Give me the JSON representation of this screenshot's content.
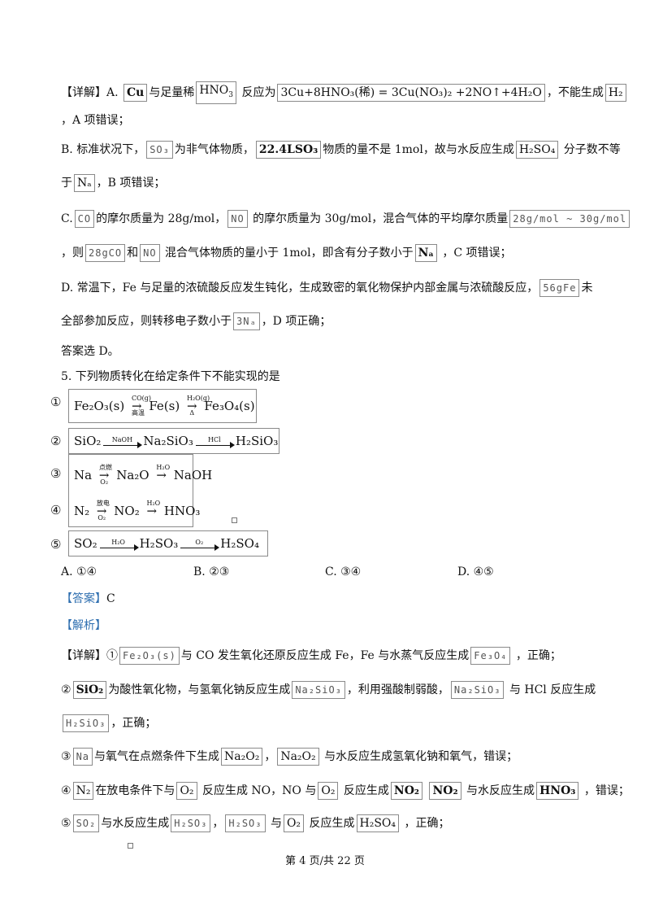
{
  "detail": {
    "label": "【详解】",
    "a_prefix": "A.",
    "a_cu": "Cu",
    "a_text1": "与足量稀",
    "a_hno3": "HNO",
    "a_text2": "反应为",
    "a_eq": "3Cu+8HNO₃(稀) = 3Cu(NO₃)₂ +2NO↑+4H₂O",
    "a_text3": "，不能生成",
    "a_h2": "H₂",
    "a_text4": "，A 项错误；",
    "b_text1": "B. 标准状况下，",
    "b_so3": "SO₃",
    "b_text2": "为非气体物质，",
    "b_vol": "22.4LSO₃",
    "b_text3": "物质的量不是 1mol，故与水反应生成",
    "b_h2so4": "H₂SO₄",
    "b_text4": "分子数不等",
    "b_text5": "于",
    "b_na": "Nₐ",
    "b_text6": "，B 项错误；",
    "c_text1": "C.",
    "c_co": "CO",
    "c_text2": "的摩尔质量为 28g/mol，",
    "c_no": "NO",
    "c_text3": "的摩尔质量为 30g/mol，混合气体的平均摩尔质量",
    "c_range": "28g/mol ~ 30g/mol",
    "c_text4": "，则",
    "c_28gco": "28gCO",
    "c_text5": "和",
    "c_no2": "NO",
    "c_text6": "混合气体物质的量小于 1mol，即含有分子数小于",
    "c_na": "Nₐ",
    "c_text7": "，C 项错误；",
    "d_text1": "D. 常温下，Fe 与足量的浓硫酸反应发生钝化，生成致密的氧化物保护内部金属与浓硫酸反应，",
    "d_56gfe": "56gFe",
    "d_text2": "未",
    "d_text3": "全部参加反应，则转移电子数小于",
    "d_3na": "3Nₐ",
    "d_text4": "，D 项正确；",
    "answer_line": "答案选 D。"
  },
  "question5": {
    "stem": "5. 下列物质转化在给定条件下不能实现的是",
    "f1": {
      "num": "①",
      "a": "Fe₂O₃(s)",
      "c1_top": "CO(g)",
      "c1_bot": "高温",
      "b": "Fe(s)",
      "c2_top": "H₂O(g)",
      "c2_bot": "Δ",
      "c": "Fe₃O₄(s)"
    },
    "f2": {
      "num": "②",
      "a": "SiO₂",
      "c1": "NaOH",
      "b": "Na₂SiO₃",
      "c2": "HCl",
      "c": "H₂SiO₃"
    },
    "f3": {
      "num": "③",
      "a": "Na",
      "c1_top": "点燃",
      "c1_bot": "O₂",
      "b": "Na₂O",
      "c2_top": "H₂O",
      "c": "NaOH"
    },
    "f4": {
      "num": "④",
      "a": "N₂",
      "c1_top": "放电",
      "c1_bot": "O₂",
      "b": "NO₂",
      "c2_top": "H₂O",
      "c": "HNO₃"
    },
    "f5": {
      "num": "⑤",
      "a": "SO₂",
      "c1": "H₂O",
      "b": "H₂SO₃",
      "c2": "O₂",
      "c": "H₂SO₄"
    },
    "options": [
      "A. ①④",
      "B. ②③",
      "C. ③④",
      "D. ④⑤"
    ],
    "answer_label": "【答案】",
    "answer_value": "C",
    "analysis_label": "【解析】"
  },
  "detail2": {
    "label": "【详解】",
    "l1_num": "①",
    "l1_box1": "Fe₂O₃(s)",
    "l1_text1": "与 CO 发生氧化还原反应生成 Fe，Fe 与水蒸气反应生成",
    "l1_box2": "Fe₃O₄",
    "l1_text2": "，正确；",
    "l2_num": "②",
    "l2_box1": "SiO₂",
    "l2_text1": "为酸性氧化物，与氢氧化钠反应生成",
    "l2_box2": "Na₂SiO₃",
    "l2_text2": "，利用强酸制弱酸，",
    "l2_box3": "Na₂SiO₃",
    "l2_text3": "与 HCl 反应生成",
    "l2_box4": "H₂SiO₃",
    "l2_text4": "，正确；",
    "l3_num": "③",
    "l3_box1": "Na",
    "l3_text1": "与氧气在点燃条件下生成",
    "l3_box2": "Na₂O₂",
    "l3_text2": "，",
    "l3_box3": "Na₂O₂",
    "l3_text3": "与水反应生成氢氧化钠和氧气，错误；",
    "l4_num": "④",
    "l4_box1": "N₂",
    "l4_text1": "在放电条件下与",
    "l4_box2": "O₂",
    "l4_text2": "反应生成 NO，NO 与",
    "l4_box3": "O₂",
    "l4_text3": "反应生成",
    "l4_box4": "NO₂",
    "l4_box5": "NO₂",
    "l4_text4": "与水反应生成",
    "l4_box6": "HNO₃",
    "l4_text5": "，错误；",
    "l5_num": "⑤",
    "l5_box1": "SO₂",
    "l5_text1": "与水反应生成",
    "l5_box2": "H₂SO₃",
    "l5_text2": "，",
    "l5_box3": "H₂SO₃",
    "l5_text3": "与",
    "l5_box4": "O₂",
    "l5_text4": "反应生成",
    "l5_box5": "H₂SO₄",
    "l5_text5": "，正确；"
  },
  "footer": {
    "page": "第 4 页/共 22 页"
  }
}
